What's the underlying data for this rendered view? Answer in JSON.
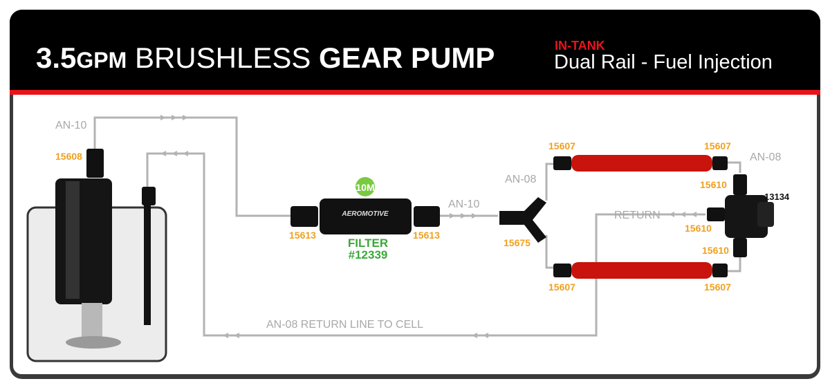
{
  "header": {
    "title_num": "3.5",
    "title_unit": "GPM",
    "title_light": "BRUSHLESS",
    "title_bold": "GEAR PUMP",
    "tag": "IN-TANK",
    "subtitle": "Dual Rail - Fuel Injection"
  },
  "labels": {
    "an10_supply": "AN-10",
    "an10_mid": "AN-10",
    "an08_upper": "AN-08",
    "an08_right": "AN-08",
    "return": "RETURN",
    "return_line": "AN-08 RETURN LINE TO CELL"
  },
  "parts": {
    "p15608": "15608",
    "p15613a": "15613",
    "p15613b": "15613",
    "p15675": "15675",
    "p15607a": "15607",
    "p15607b": "15607",
    "p15607c": "15607",
    "p15607d": "15607",
    "p15610a": "15610",
    "p15610b": "15610",
    "p15610c": "15610",
    "p13134": "13134"
  },
  "filter": {
    "badge": "10M",
    "label": "FILTER",
    "number": "#12339",
    "brand": "AEROMOTIVE"
  },
  "colors": {
    "line": "#b3b3b3",
    "part": "#f0a020",
    "filter": "#3aa83a",
    "rail": "#c8140c"
  }
}
